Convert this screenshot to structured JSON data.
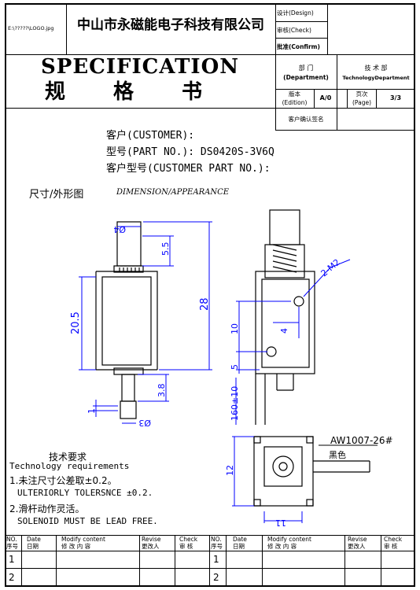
{
  "header": {
    "logo_path": "E:\\?????\\LOGO.jpg",
    "company": "中山市永磁能电子科技有限公司",
    "design_label": "设计(Design)",
    "check_label": "审核(Check)",
    "confirm_label": "批准(Confirm)",
    "title_en": "SPECIFICATION",
    "title_cn": "规 格 书",
    "department_cn": "部 门",
    "department_en": "(Department)",
    "tech_dept_cn": "技 术 部",
    "tech_dept_en": "TechnologyDepartment",
    "edition_cn": "版本",
    "edition_en": "(Edition)",
    "edition_value": "A/0",
    "page_cn": "页次",
    "page_en": "(Page)",
    "page_value": "3/3",
    "customer_confirm": "客户确认签名"
  },
  "info": {
    "customer": "客户(CUSTOMER):",
    "part_no": "型号(PART NO.): DS0420S-3V6Q",
    "customer_part_no": "客户型号(CUSTOMER PART NO.):"
  },
  "dimension": {
    "label_cn": "尺寸/外形图",
    "label_en": "DIMENSION/APPEARANCE"
  },
  "drawing": {
    "d_top": "Ø4",
    "d55": "5.5",
    "d28": "28",
    "d205": "20.5",
    "d38": "3.8",
    "d1": "1",
    "d3": "Ø3",
    "m2": "2-M2",
    "d10": "10",
    "d4": "4",
    "d5": "5",
    "d160": "160±10",
    "wire": "AW1007-26#",
    "wire_color": "黑色",
    "d12": "12",
    "d11": "11"
  },
  "tech": {
    "title_cn": "技术要求",
    "title_en": "Technology requirements",
    "item1_cn": "1.未注尺寸公差取±0.2。",
    "item1_en": "ULTERIORLY TOLERSNCE ±0.2.",
    "item2_cn": "2.滑杆动作灵活。",
    "item2_en": "SOLENOID MUST BE LEAD FREE."
  },
  "revision": {
    "headers": [
      {
        "en": "NO.",
        "cn": "序号"
      },
      {
        "en": "Date",
        "cn": "日期"
      },
      {
        "en": "Modify content",
        "cn": "修 改 内 容"
      },
      {
        "en": "Revise",
        "cn": "更改人"
      },
      {
        "en": "Check",
        "cn": "审 核"
      }
    ],
    "rows": [
      "1",
      "2"
    ]
  }
}
